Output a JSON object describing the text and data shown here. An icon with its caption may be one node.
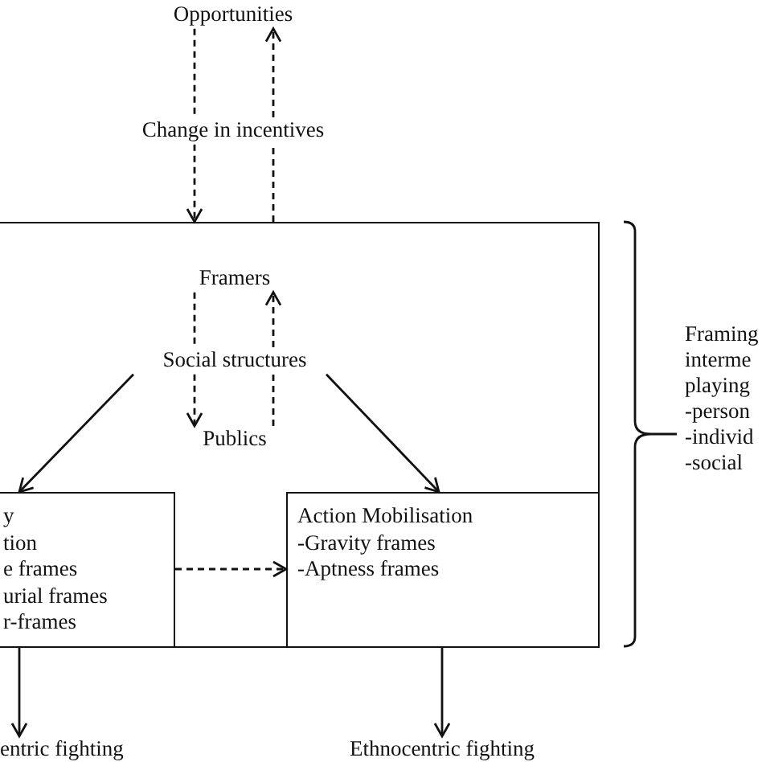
{
  "diagram": {
    "nodes": [
      {
        "text": [
          "Opportunities"
        ]
      },
      {
        "text": [
          "Change in incentives"
        ]
      },
      {
        "text": [],
        "shape": "box"
      },
      {
        "text": [
          "Framers"
        ],
        "in": 2
      },
      {
        "text": [
          "Social structures"
        ],
        "in": 2
      },
      {
        "text": [
          "Publics"
        ],
        "in": 2
      },
      {
        "text": [
          "y",
          "tion",
          "e frames",
          "urial frames",
          "r-frames"
        ],
        "in": 2
      },
      {
        "text": [
          "Action Mobilisation",
          "-Gravity frames",
          "-Aptness frames"
        ],
        "in": 2
      },
      {
        "text": [
          "entric fighting"
        ]
      },
      {
        "text": [
          "Ethnocentric fighting"
        ]
      }
    ],
    "edges": [
      {
        "from": 0,
        "to": 1,
        "arrow": "none",
        "style": "dashed"
      },
      {
        "from": 1,
        "to": 2,
        "arrow": "to",
        "style": "dashed"
      },
      {
        "from": 2,
        "to": 1,
        "arrow": "none",
        "style": "dashed"
      },
      {
        "from": 1,
        "to": 0,
        "arrow": "to",
        "style": "dashed"
      },
      {
        "from": 3,
        "to": 4,
        "arrow": "none",
        "style": "dashed"
      },
      {
        "from": 4,
        "to": 5,
        "arrow": "to",
        "style": "dashed"
      },
      {
        "from": 5,
        "to": 4,
        "arrow": "none",
        "style": "dashed"
      },
      {
        "from": 4,
        "to": 3,
        "arrow": "to",
        "style": "dashed"
      },
      {
        "from": 4,
        "to": 6,
        "arrow": "to"
      },
      {
        "from": 4,
        "to": 7,
        "arrow": "to"
      },
      {
        "from": 6,
        "to": 7,
        "arrow": "to",
        "style": "dashed"
      },
      {
        "from": 6,
        "to": 8,
        "arrow": "to"
      },
      {
        "from": 7,
        "to": 9,
        "arrow": "to"
      }
    ],
    "labels": [
      "Framing",
      "interme",
      "playing",
      "-person",
      "-individ",
      "-social"
    ]
  }
}
